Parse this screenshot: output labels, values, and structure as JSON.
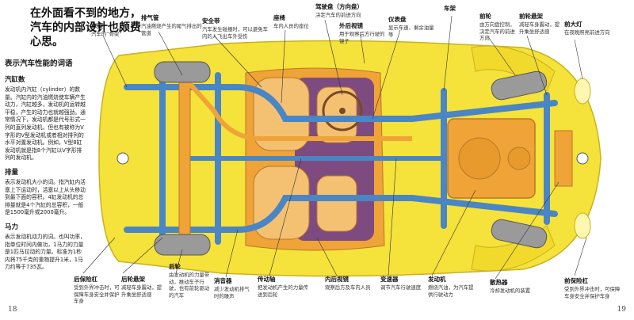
{
  "headline": "在外面看不到的地方，汽车的内部设计也颇费心思。",
  "sidebar": {
    "title": "表示汽车性能的词语",
    "terms": [
      {
        "title": "汽缸数",
        "body": "发动机内汽缸（cylinder）的数量。汽缸内的汽油燃烧使车辆产生动力，汽缸越多，发动机的运转越平稳，产生的动力也就越强劲。通常情况下，发动机都是代号形式一列的直列发动机，但也有被称为V字形的V型发动机或者相对排列的水平对置发动机。例如，V型8缸发动机就是指8个汽缸以V字形排列的发动机。"
      },
      {
        "title": "排量",
        "body": "表示发动机大小的词。指汽缸内活塞上下运动时，活塞以上从头移动到最下面的容积。4缸发动机的总排量就是4个汽缸的总容积，一般是1500毫升或2000毫升。"
      },
      {
        "title": "马力",
        "body": "表示发动机动力的词。也叫功率，指单位时间内做功，1马力的力量是1匹马拉动的力量。标准为1秒内将75千克的重物提升1米，1马力约等于735瓦。"
      }
    ]
  },
  "page_numbers": {
    "left": "18",
    "right": "19"
  },
  "labels": {
    "chassis_frame": {
      "title": "车架",
      "desc": "汽车的“骨架”"
    },
    "exhaust_pipe": {
      "title": "排气管",
      "desc": "汽油燃烧产生的尾气排出的管道"
    },
    "seat_belt": {
      "title": "安全带",
      "desc": "汽车发生碰撞时，可以避免车内的人飞出车外受伤"
    },
    "seat": {
      "title": "座椅",
      "desc": "车内人员的座位"
    },
    "steering_wheel": {
      "title": "驾驶盘（方向盘）",
      "desc": "决定汽车的前进方向"
    },
    "outer_mirror": {
      "title": "外后视镜",
      "desc": "用于观察后方行驶的镜子"
    },
    "dashboard": {
      "title": "仪表盘",
      "desc": "显示车速、剩余油量等"
    },
    "chassis_frame_right": {
      "title": "车架",
      "desc": ""
    },
    "front_wheel": {
      "title": "前轮",
      "desc": "由方向盘控制，决定汽车的前进方向"
    },
    "front_suspension": {
      "title": "前轮悬架",
      "desc": "减轻车身震动，提升乘坐舒适感"
    },
    "headlight": {
      "title": "前大灯",
      "desc": "在夜晚照亮前进方向"
    },
    "rear_bumper": {
      "title": "后保险杠",
      "desc": "受到外界冲击时，可保障车身安全并保护车身"
    },
    "rear_suspension": {
      "title": "后轮悬架",
      "desc": "减轻车身震动，提升乘坐舒适感"
    },
    "rear_wheel": {
      "title": "后轮",
      "desc": "由发动机的力量带动，推动车子行驶，也有前轮驱动的汽车"
    },
    "muffler": {
      "title": "消音器",
      "desc": "减少发动机排气时的噪声"
    },
    "drive_shaft": {
      "title": "传动轴",
      "desc": "把发动机产生的力量传送到后轮"
    },
    "inner_mirror": {
      "title": "内后视镜",
      "desc": "观察后方及车内人员"
    },
    "transmission": {
      "title": "变速器",
      "desc": "调节汽车行驶速度"
    },
    "engine": {
      "title": "发动机",
      "desc": "燃烧汽油，为汽车提供行驶动力"
    },
    "radiator": {
      "title": "散热器",
      "desc": "冷却发动机的装置"
    },
    "front_bumper": {
      "title": "前保险杠",
      "desc": "受到外界冲击时，可保障车身安全并保护车身"
    }
  },
  "colors": {
    "body_yellow": "#f5e23a",
    "frame_blue": "#4a86c5",
    "orange": "#f0a437",
    "purple": "#6a3c8e",
    "tire_gray": "#9a9a9a"
  }
}
